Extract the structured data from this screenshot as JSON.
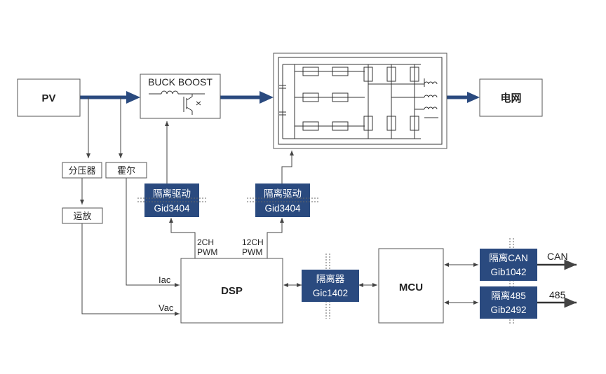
{
  "nodes": {
    "pv": "PV",
    "buck_boost": "BUCK BOOST",
    "grid": "电网",
    "divider": "分压器",
    "hall": "霍尔",
    "opamp": "运放",
    "dsp": "DSP",
    "mcu": "MCU",
    "iso_drive_left": {
      "line1": "隔离驱动",
      "line2": "Gid3404"
    },
    "iso_drive_right": {
      "line1": "隔离驱动",
      "line2": "Gid3404"
    },
    "isolator": {
      "line1": "隔离器",
      "line2": "Gic1402"
    },
    "iso_can": {
      "line1": "隔离CAN",
      "line2": "Gib1042"
    },
    "iso_485": {
      "line1": "隔离485",
      "line2": "Gib2492"
    }
  },
  "labels": {
    "pwm_left": {
      "line1": "2CH",
      "line2": "PWM"
    },
    "pwm_right": {
      "line1": "12CH",
      "line2": "PWM"
    },
    "iac": "Iac",
    "vac": "Vac",
    "can": "CAN",
    "rs485": "485"
  },
  "colors": {
    "accent": "#2a4a7f",
    "line": "#444444"
  }
}
